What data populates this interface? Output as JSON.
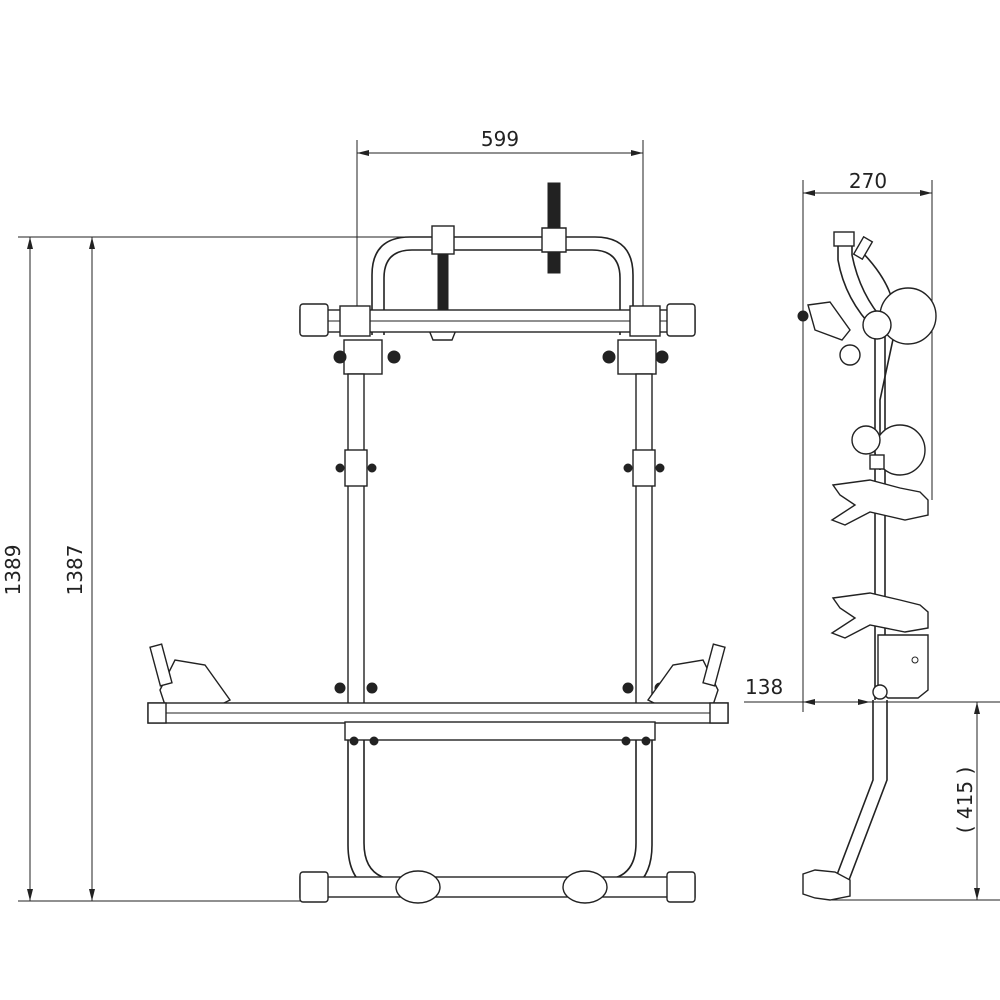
{
  "drawing": {
    "front_view": {
      "width_dimension": "599",
      "height_dimension_outer": "1389",
      "height_dimension_inner": "1387"
    },
    "side_view": {
      "depth_dimension": "270",
      "offset_dimension": "138",
      "lower_height_dimension": "( 415 )"
    },
    "line_color": "#222222",
    "background_color": "#ffffff"
  }
}
